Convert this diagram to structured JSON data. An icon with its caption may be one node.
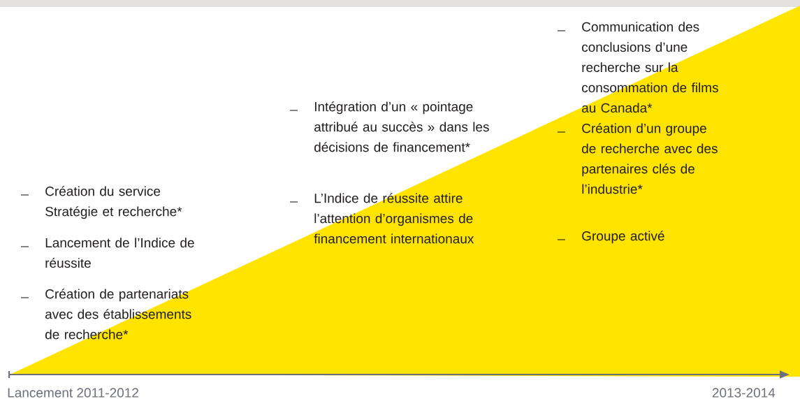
{
  "diagram": {
    "labels": [
      "Création du service Stratégie et recherche*",
      "Lancement de l’Indice de réussite",
      "Création de partenariats avec des établissements de recherche*",
      "Intégration d’un « pointage attribué au succès » dans les décisions de financement*",
      "L’Indice de réussite attire l’attention d’organismes de financement internationaux",
      "Communication des conclusions d’une recherche sur la consommation de films au Canada*",
      "Création d’un groupe de recherche avec des partenaires clés de l’industrie*",
      "Groupe activé",
      "Lancement 2011-2012",
      "2013-2014"
    ]
  }
}
